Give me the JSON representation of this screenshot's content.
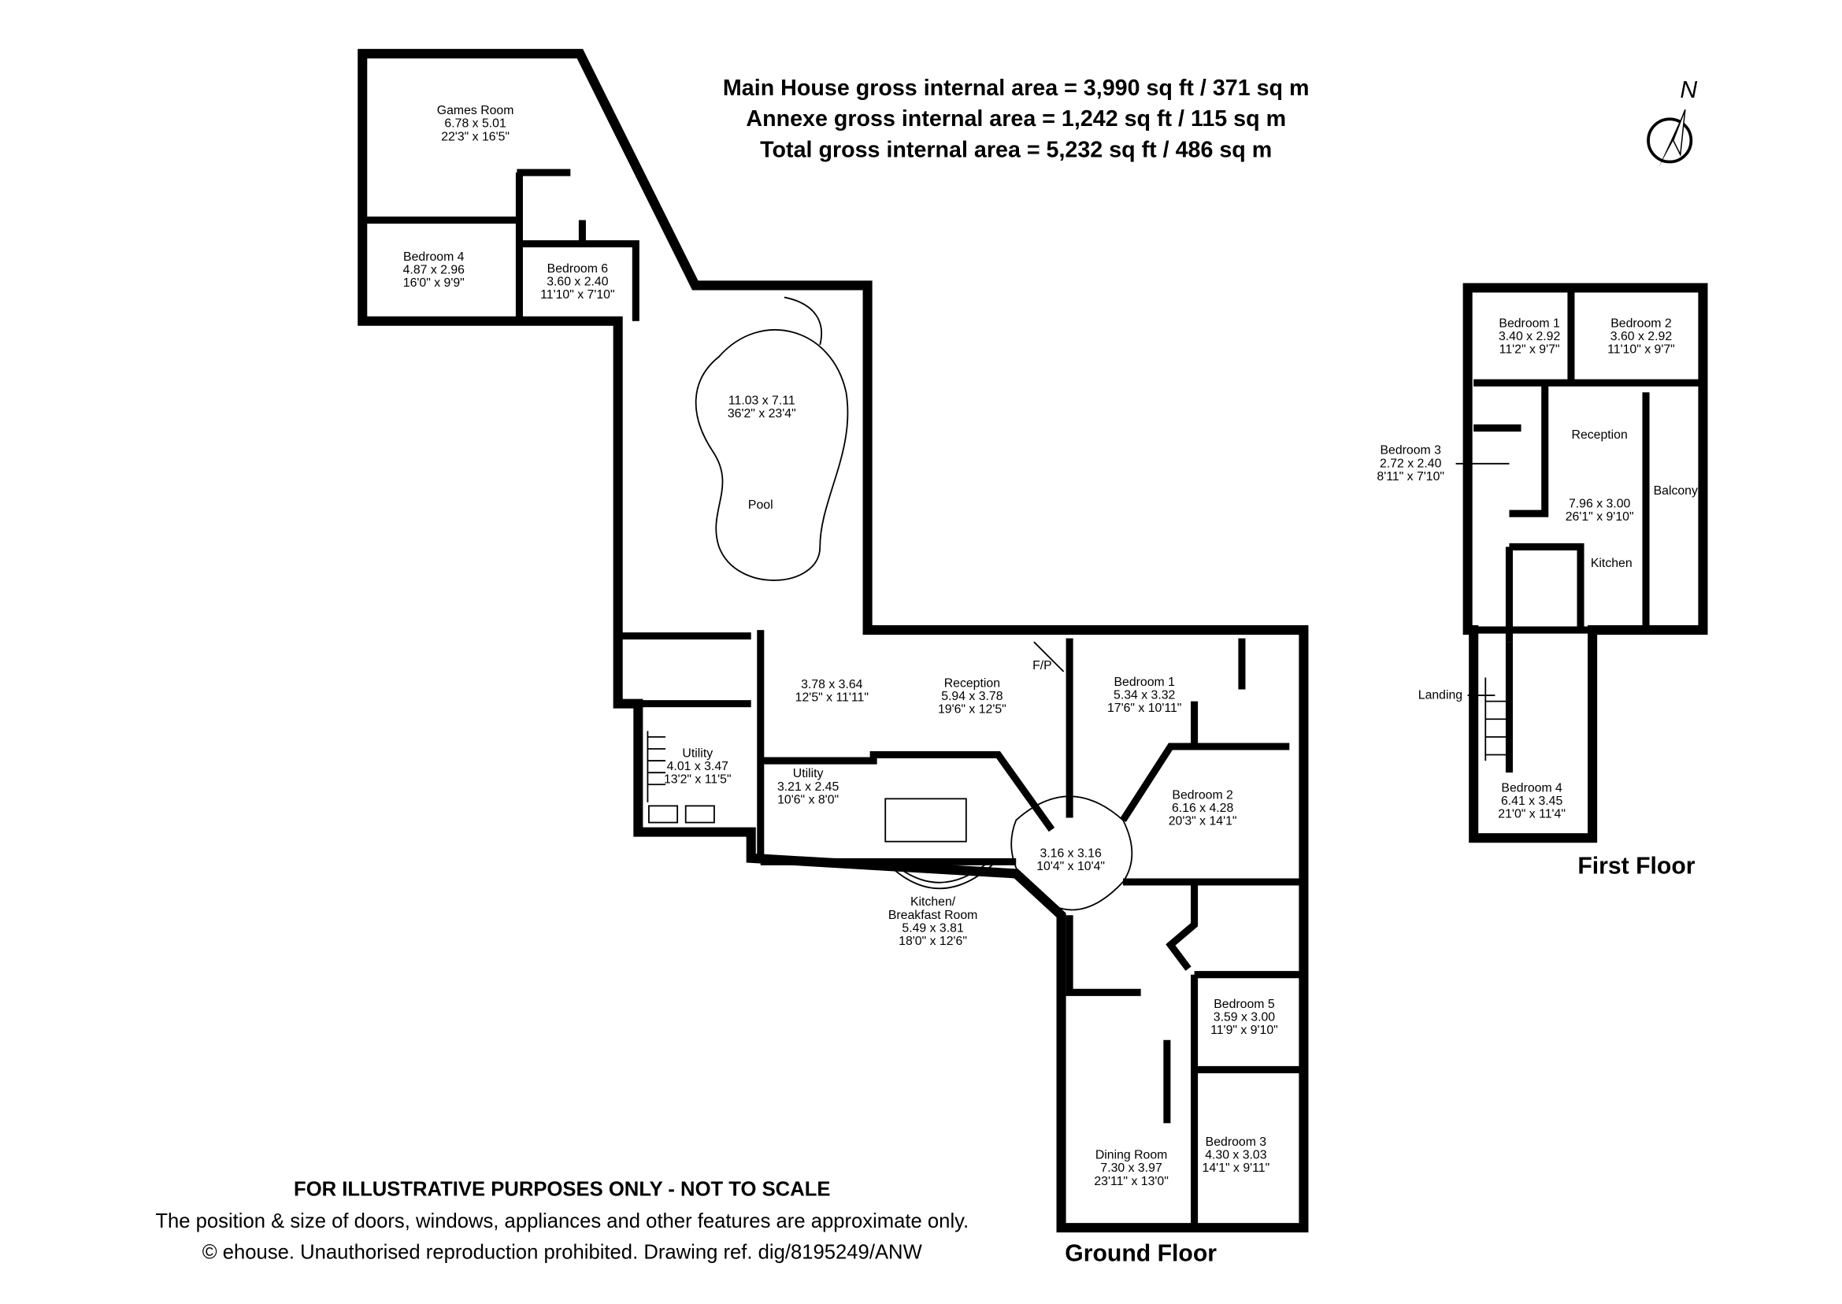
{
  "header": {
    "main_house": "Main House gross internal area = 3,990 sq ft / 371 sq m",
    "annexe": "Annexe gross internal area = 1,242 sq ft / 115 sq m",
    "total": "Total gross internal area = 5,232 sq ft / 486 sq m"
  },
  "compass": {
    "label": "N",
    "icon": "north-arrow-icon"
  },
  "ground_floor": {
    "label": "Ground Floor",
    "rooms": [
      {
        "name": "Games Room",
        "metric": "6.78 x 5.01",
        "imperial": "22'3\" x 16'5\""
      },
      {
        "name": "Bedroom 4",
        "metric": "4.87 x 2.96",
        "imperial": "16'0\" x 9'9\""
      },
      {
        "name": "Bedroom 6",
        "metric": "3.60 x 2.40",
        "imperial": "11'10\" x 7'10\""
      },
      {
        "name": "Pool",
        "metric": "11.03 x 7.11",
        "imperial": "36'2\" x 23'4\""
      },
      {
        "name": "",
        "metric": "3.78 x 3.64",
        "imperial": "12'5\" x 11'11\""
      },
      {
        "name": "Reception",
        "metric": "5.94 x 3.78",
        "imperial": "19'6\" x 12'5\""
      },
      {
        "name": "Bedroom 1",
        "metric": "5.34 x 3.32",
        "imperial": "17'6\" x 10'11\""
      },
      {
        "name": "Utility",
        "metric": "4.01 x 3.47",
        "imperial": "13'2\" x 11'5\""
      },
      {
        "name": "Utility",
        "metric": "3.21 x 2.45",
        "imperial": "10'6\" x 8'0\""
      },
      {
        "name": "Bedroom 2",
        "metric": "6.16 x 4.28",
        "imperial": "20'3\" x 14'1\""
      },
      {
        "name": "",
        "metric": "3.16 x 3.16",
        "imperial": "10'4\" x 10'4\""
      },
      {
        "name": "Kitchen/",
        "name2": "Breakfast Room",
        "metric": "5.49 x 3.81",
        "imperial": "18'0\" x 12'6\""
      },
      {
        "name": "Bedroom 5",
        "metric": "3.59 x 3.00",
        "imperial": "11'9\" x 9'10\""
      },
      {
        "name": "Dining Room",
        "metric": "7.30 x 3.97",
        "imperial": "23'11\" x 13'0\""
      },
      {
        "name": "Bedroom 3",
        "metric": "4.30 x 3.03",
        "imperial": "14'1\" x 9'11\""
      }
    ],
    "fireplace": "F/P"
  },
  "first_floor": {
    "label": "First Floor",
    "rooms": [
      {
        "name": "Bedroom 1",
        "metric": "3.40 x 2.92",
        "imperial": "11'2\" x 9'7\""
      },
      {
        "name": "Bedroom 2",
        "metric": "3.60 x 2.92",
        "imperial": "11'10\" x 9'7\""
      },
      {
        "name": "Bedroom 3",
        "metric": "2.72 x 2.40",
        "imperial": "8'11\" x 7'10\""
      },
      {
        "name": "Reception",
        "metric": "7.96 x 3.00",
        "imperial": "26'1\" x 9'10\""
      },
      {
        "name": "Balcony"
      },
      {
        "name": "Kitchen"
      },
      {
        "name": "Landing"
      },
      {
        "name": "Bedroom 4",
        "metric": "6.41 x 3.45",
        "imperial": "21'0\" x 11'4\""
      }
    ]
  },
  "footer": {
    "disclaimer": "FOR ILLUSTRATIVE PURPOSES ONLY - NOT TO SCALE",
    "note": "The position & size of doors, windows, appliances and other features are approximate only.",
    "copyright": "© ehouse. Unauthorised reproduction prohibited. Drawing ref. dig/8195249/ANW"
  }
}
